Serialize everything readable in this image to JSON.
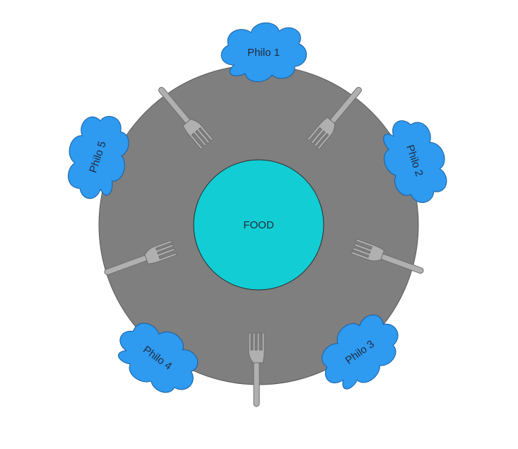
{
  "colors": {
    "table": "#7f7f7f",
    "table_stroke": "#5a5a5a",
    "food": "#12cdd4",
    "food_stroke": "#2a2a2a",
    "philosopher_cloud": "#2e9af0",
    "philosopher_cloud_stroke": "#1a5fa0",
    "fork": "#b0b0b0",
    "fork_stroke": "#6e6e6e"
  },
  "food": {
    "label": "FOOD"
  },
  "philosophers": [
    {
      "label": "Philo 1"
    },
    {
      "label": "Philo 2"
    },
    {
      "label": "Philo 3"
    },
    {
      "label": "Philo 4"
    },
    {
      "label": "Philo 5"
    }
  ],
  "forks": [
    {
      "name": "fork-1"
    },
    {
      "name": "fork-2"
    },
    {
      "name": "fork-3"
    },
    {
      "name": "fork-4"
    },
    {
      "name": "fork-5"
    }
  ]
}
